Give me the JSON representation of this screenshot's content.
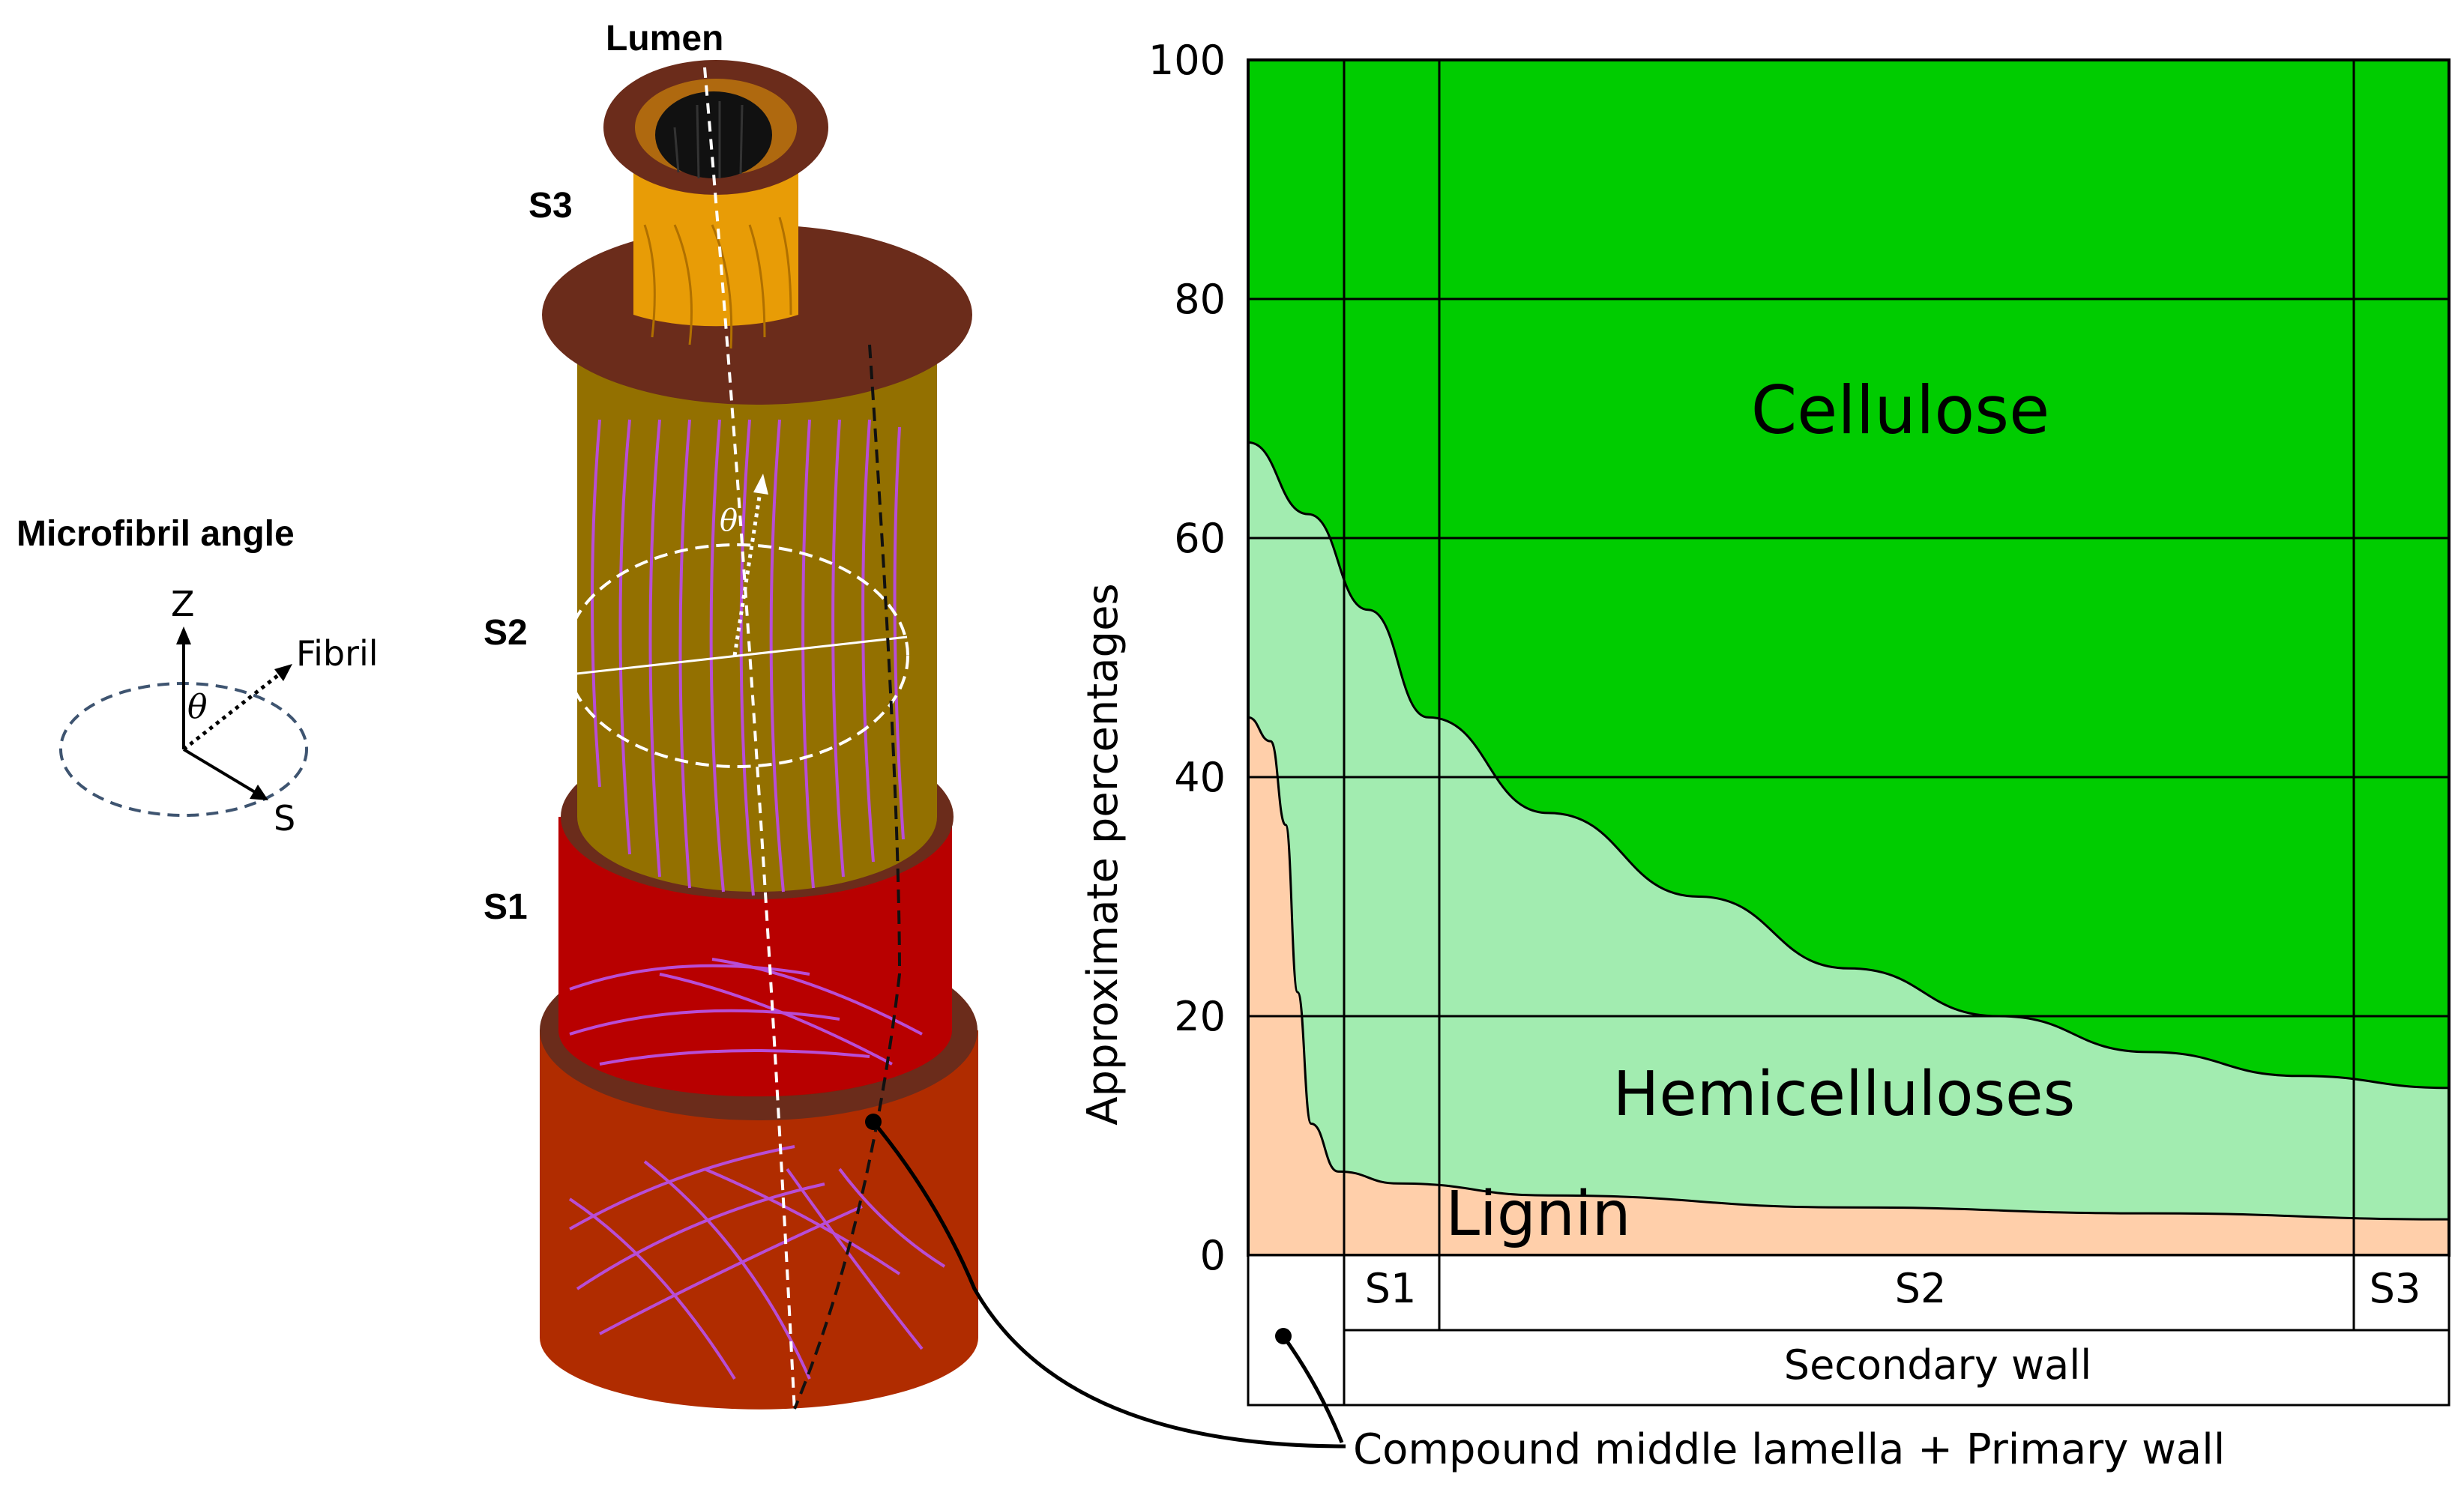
{
  "microfibril": {
    "title": "Microfibril  angle",
    "axis_z": "Z",
    "axis_s": "S",
    "fibril": "Fibril",
    "theta": "θ"
  },
  "cell": {
    "lumen": "Lumen",
    "s3": "S3",
    "s2": "S2",
    "s1": "S1",
    "theta": "θ"
  },
  "chart_data": {
    "type": "area",
    "ylabel": "Approximate percentages",
    "ylim": [
      0,
      100
    ],
    "yticks": [
      "100",
      "80",
      "60",
      "40",
      "20",
      "0"
    ],
    "grid": true,
    "regions": [
      "S1",
      "S2",
      "S3"
    ],
    "secondary_label": "Secondary wall",
    "series": [
      {
        "name": "Cellulose",
        "color": "#00cc00"
      },
      {
        "name": "Hemicelluloses",
        "color": "#a2ecb0"
      },
      {
        "name": "Lignin",
        "color": "#ffcfaa"
      }
    ],
    "boundary_hemicellulose_top": [
      [
        0,
        68
      ],
      [
        4,
        62
      ],
      [
        8,
        54
      ],
      [
        12,
        45
      ],
      [
        20,
        37
      ],
      [
        30,
        30
      ],
      [
        40,
        24
      ],
      [
        50,
        20
      ],
      [
        60,
        17
      ],
      [
        70,
        15
      ],
      [
        80,
        14
      ]
    ],
    "boundary_lignin_top": [
      [
        0,
        45
      ],
      [
        1.5,
        43
      ],
      [
        2.5,
        36
      ],
      [
        3.3,
        22
      ],
      [
        4.2,
        11
      ],
      [
        6,
        7
      ],
      [
        10,
        6
      ],
      [
        20,
        5
      ],
      [
        40,
        4
      ],
      [
        60,
        3.5
      ],
      [
        80,
        3
      ]
    ],
    "callout": "Compound middle lamella + Primary wall"
  },
  "colors": {
    "cellulose": "#00cc00",
    "hemicellulose": "#a2ecb0",
    "lignin": "#ffcfaa",
    "ring": "#6b2c1b",
    "s3_layer": "#e89c06",
    "s2_layer": "#937000",
    "s1_layer": "#b80000",
    "primary_layer": "#b02c00",
    "fibrils": "#b84dd6"
  }
}
